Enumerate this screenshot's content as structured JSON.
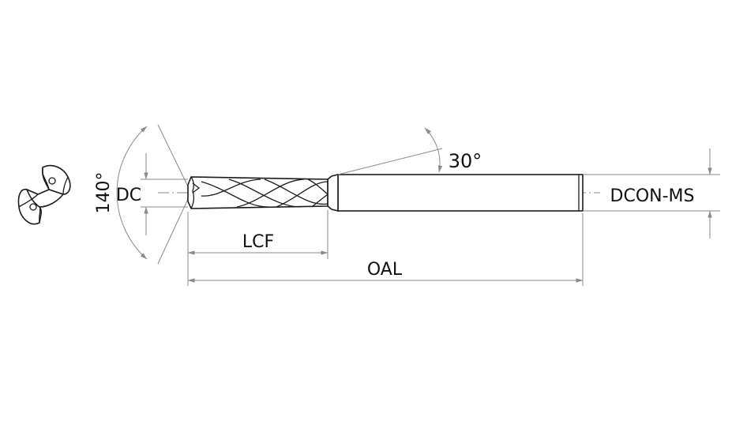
{
  "labels": {
    "point_angle": "140°",
    "helix_angle": "30°",
    "cutting_diameter": "DC",
    "shank_diameter": "DCON-MS",
    "flute_length": "LCF",
    "overall_length": "OAL"
  },
  "colors": {
    "outline": "#1c1c1c",
    "dimension": "#8a8a8a",
    "background": "#ffffff"
  }
}
